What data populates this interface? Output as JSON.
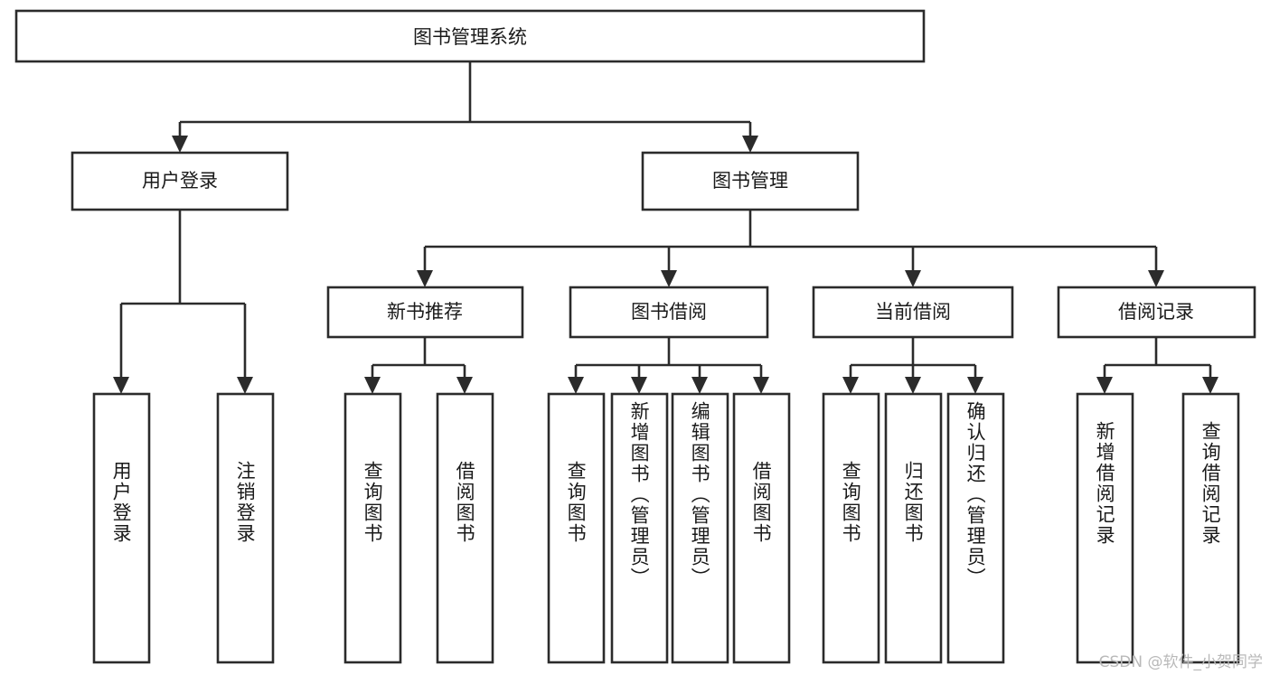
{
  "diagram": {
    "type": "tree-hierarchy",
    "orientation": "top-down",
    "title_box": {
      "label": "图书管理系统"
    },
    "level2": [
      {
        "id": "user-login",
        "label": "用户登录"
      },
      {
        "id": "book-management",
        "label": "图书管理"
      }
    ],
    "level3": [
      {
        "id": "new-book-recommend",
        "label": "新书推荐",
        "parent": "book-management"
      },
      {
        "id": "book-borrow",
        "label": "图书借阅",
        "parent": "book-management"
      },
      {
        "id": "current-borrow",
        "label": "当前借阅",
        "parent": "book-management"
      },
      {
        "id": "borrow-record",
        "label": "借阅记录",
        "parent": "book-management"
      }
    ],
    "leaves": [
      {
        "id": "leaf-user-login",
        "label": "用户登录",
        "parent": "user-login"
      },
      {
        "id": "leaf-logout-login",
        "label": "注销登录",
        "parent": "user-login"
      },
      {
        "id": "leaf-query-book-1",
        "label": "查询图书",
        "parent": "new-book-recommend"
      },
      {
        "id": "leaf-borrow-book-1",
        "label": "借阅图书",
        "parent": "new-book-recommend"
      },
      {
        "id": "leaf-query-book-2",
        "label": "查询图书",
        "parent": "book-borrow"
      },
      {
        "id": "leaf-add-book",
        "label": "新增图书（管理员）",
        "parent": "book-borrow"
      },
      {
        "id": "leaf-edit-book",
        "label": "编辑图书（管理员）",
        "parent": "book-borrow"
      },
      {
        "id": "leaf-borrow-book-2",
        "label": "借阅图书",
        "parent": "book-borrow"
      },
      {
        "id": "leaf-query-book-3",
        "label": "查询图书",
        "parent": "current-borrow"
      },
      {
        "id": "leaf-return-book",
        "label": "归还图书",
        "parent": "current-borrow"
      },
      {
        "id": "leaf-confirm-return",
        "label": "确认归还（管理员）",
        "parent": "current-borrow"
      },
      {
        "id": "leaf-add-record",
        "label": "新增借阅记录",
        "parent": "borrow-record"
      },
      {
        "id": "leaf-query-record",
        "label": "查询借阅记录",
        "parent": "borrow-record"
      }
    ],
    "colors": {
      "stroke": "#2b2b2b",
      "fill": "#ffffff",
      "text": "#1a1a1a",
      "watermark": "#b9b9b9"
    }
  },
  "watermark": {
    "text": "CSDN @软件_小贺同学"
  }
}
